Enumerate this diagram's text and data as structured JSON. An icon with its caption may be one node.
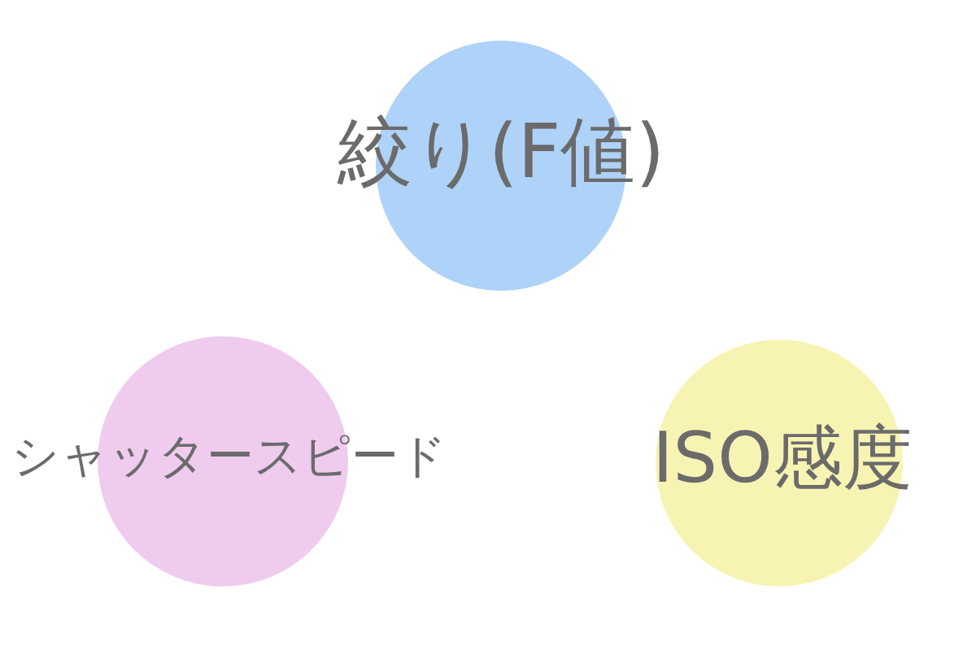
{
  "diagram": {
    "nodes": [
      {
        "text": [
          "絞り(F値)"
        ]
      },
      {
        "text": [
          "シャッタースピード"
        ]
      },
      {
        "text": [
          "ISO感度"
        ]
      }
    ]
  }
}
